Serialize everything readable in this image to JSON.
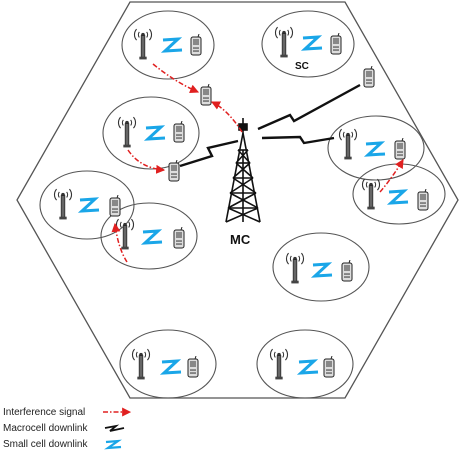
{
  "labels": {
    "macrocell": "MC",
    "small_cell": "SC"
  },
  "legend": {
    "interference": "Interference signal",
    "macro_downlink": "Macrocell downlink",
    "small_downlink": "Small cell downlink"
  },
  "colors": {
    "interference": "#e02020",
    "macro_downlink": "#111111",
    "small_downlink": "#1aa6e8",
    "hexagon": "#555555",
    "cell_outline": "#555555"
  }
}
